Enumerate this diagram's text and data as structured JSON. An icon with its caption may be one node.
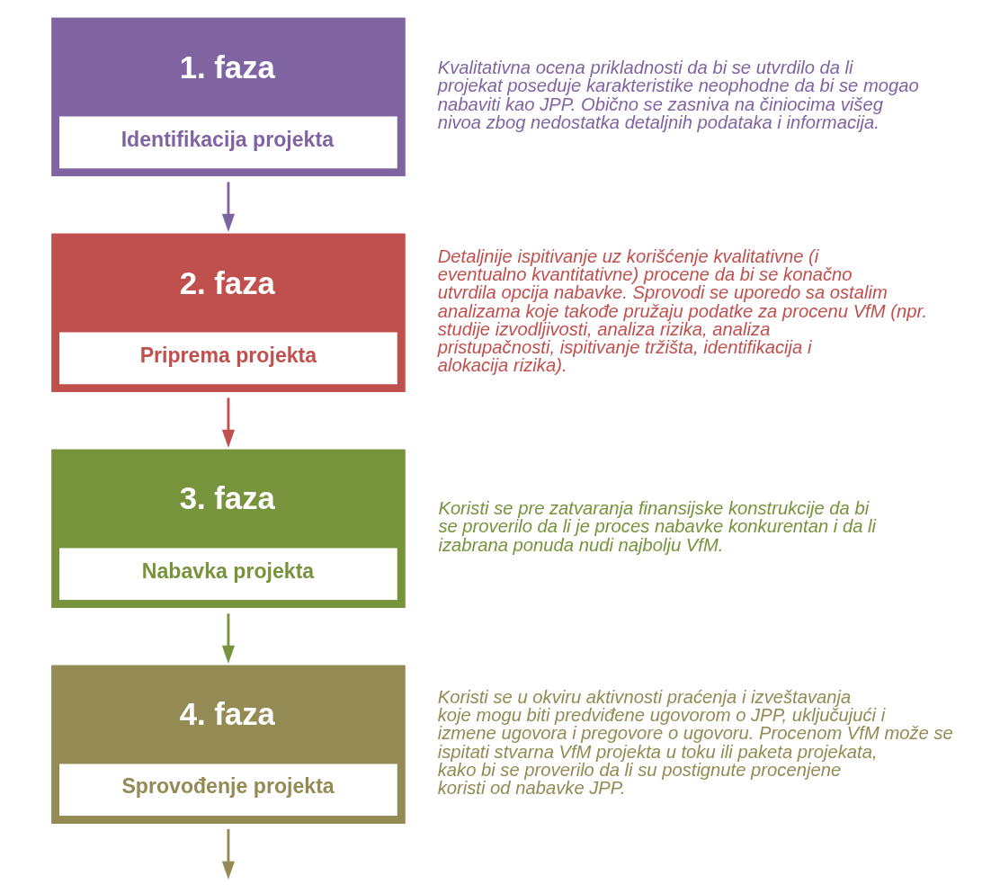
{
  "diagram": {
    "nodes": [
      {
        "text": [
          "1. faza",
          "Identifikacija projekta"
        ],
        "beside": [
          "Kvalitativna ocena prikladnosti da bi se utvrdilo da li projekat poseduje karakteristike neophodne da bi se mogao nabaviti kao JPP. Obično se zasniva na činiocima višeg nivoa zbog nedostatka detaljnih podataka i informacija."
        ]
      },
      {
        "text": [
          "2. faza",
          "Priprema projekta"
        ],
        "beside": [
          "Detaljnije ispitivanje uz korišćenje kvalitativne (i eventualno kvantitativne) procene da bi se konačno utvrdila opcija nabavke. Sprovodi se uporedo sa ostalim analizama koje takođe pružaju podatke za procenu VfM (npr. studije izvodljivosti, analiza rizika, analiza pristupačnosti, ispitivanje tržišta, identifikacija i alokacija rizika)."
        ]
      },
      {
        "text": [
          "3. faza",
          "Nabavka projekta"
        ],
        "beside": [
          "Koristi se pre zatvaranja finansijske konstrukcije da bi se proverilo da li je proces nabavke konkurentan i da li izabrana ponuda nudi najbolju VfM."
        ]
      },
      {
        "text": [
          "4. faza",
          "Sprovođenje projekta"
        ],
        "beside": [
          "Koristi se u okviru aktivnosti praćenja i izveštavanja koje mogu biti predviđene ugovorom o JPP, uključujući i izmene ugovora i pregovore o ugovoru. Procenom VfM može se ispitati stvarna VfM projekta u toku ili paketa projekata, kako bi se proverilo da li su postignute procenjene koristi od nabavke JPP."
        ]
      }
    ],
    "edges": [
      {
        "from": 0,
        "to": 1,
        "arrow": "to",
        "color": "#8064a2"
      },
      {
        "from": 1,
        "to": 2,
        "arrow": "to",
        "color": "#c0504d"
      },
      {
        "from": 2,
        "to": 3,
        "arrow": "to",
        "color": "#77933c"
      },
      {
        "from": 3,
        "to": null,
        "arrow": "to",
        "color": "#948a54"
      }
    ]
  }
}
